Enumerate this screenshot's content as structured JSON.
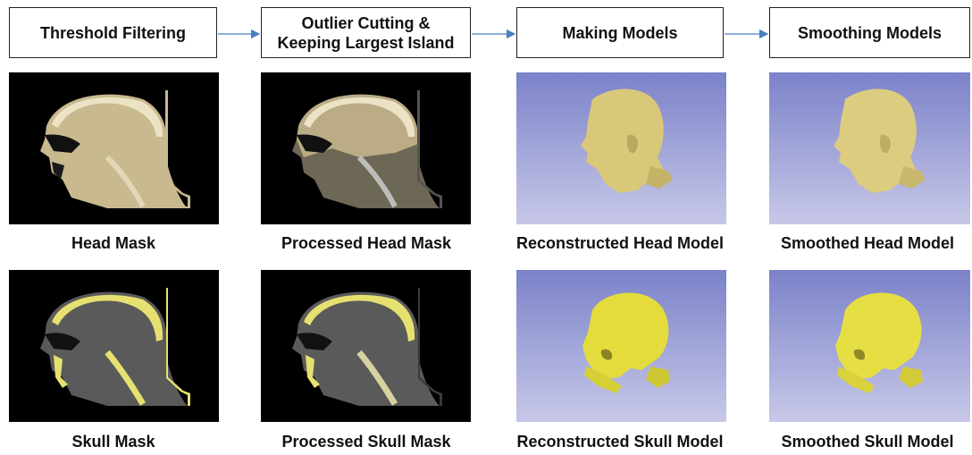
{
  "steps": [
    "Threshold Filtering",
    "Outlier Cutting &\nKeeping Largest Island",
    "Making Models",
    "Smoothing Models"
  ],
  "head_row": {
    "labels": [
      "Head Mask",
      "Processed Head Mask",
      "Reconstructed Head Model",
      "Smoothed Head Model"
    ]
  },
  "skull_row": {
    "labels": [
      "Skull Mask",
      "Processed Skull Mask",
      "Reconstructed Skull Model",
      "Smoothed Skull Model"
    ]
  },
  "colors": {
    "arrow": "#4a7fc1",
    "head_mask": "#c9b98f",
    "skull_mask": "#e6e070",
    "model_head": "#d9c87a",
    "model_skull": "#e3dc3c",
    "viewport_top": "#7b82c9",
    "viewport_bottom": "#c7c8e8"
  }
}
